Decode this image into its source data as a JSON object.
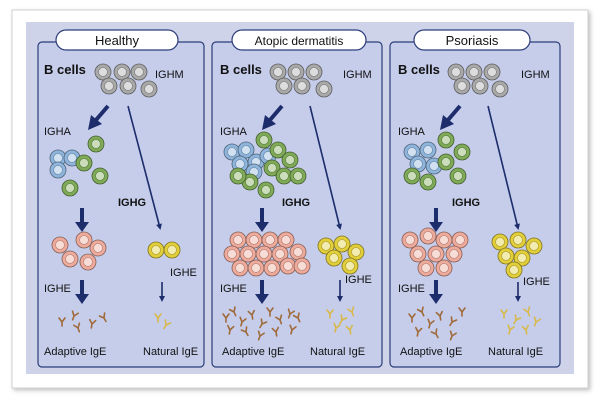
{
  "colors": {
    "frame_fill": "#ffffff",
    "outer_panel": "#cfd3ea",
    "panel_fill": "#c5cdea",
    "panel_stroke": "#2b3d7a",
    "arrow": "#1d2c6b",
    "igm_cell": "#a9a9a9",
    "iga_cell": "#8fb5dc",
    "igg_cell": "#7faa58",
    "adaptive_ige_cell": "#eeab9c",
    "natural_ige_cell": "#e2cf3b",
    "adaptive_antibody": "#a06a3a",
    "natural_antibody": "#d9b84a"
  },
  "panels": [
    {
      "title": "Healthy",
      "b_cells_label": "B cells",
      "ighm_label": "IGHM",
      "igha_label": "IGHA",
      "ighg_label": "IGHG",
      "ighe_left_label": "IGHE",
      "ighe_right_label": "IGHE",
      "adaptive_label": "Adaptive IgE",
      "natural_label": "Natural IgE"
    },
    {
      "title": "Atopic dermatitis",
      "b_cells_label": "B cells",
      "ighm_label": "IGHM",
      "igha_label": "IGHA",
      "ighg_label": "IGHG",
      "ighe_left_label": "IGHE",
      "ighe_right_label": "IGHE",
      "adaptive_label": "Adaptive IgE",
      "natural_label": "Natural IgE"
    },
    {
      "title": "Psoriasis",
      "b_cells_label": "B cells",
      "ighm_label": "IGHM",
      "igha_label": "IGHA",
      "ighg_label": "IGHG",
      "ighe_left_label": "IGHE",
      "ighe_right_label": "IGHE",
      "adaptive_label": "Adaptive IgE",
      "natural_label": "Natural IgE"
    }
  ]
}
